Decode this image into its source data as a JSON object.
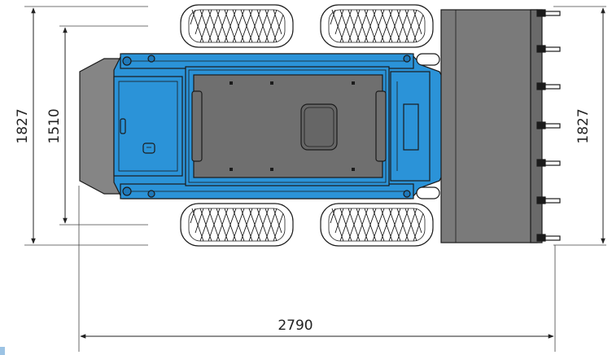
{
  "dimensions": {
    "overall_width": "1827",
    "track_width": "1510",
    "bucket_width": "1827",
    "overall_length": "2790"
  },
  "colors": {
    "body_blue": "#2b93d8",
    "body_blue_dark": "#1f78b8",
    "bucket_gray": "#7a7a7a",
    "counterweight_gray": "#858585",
    "seat_gray": "#6f6f6f",
    "tire_white": "#ffffff",
    "line": "#1b1b1b"
  }
}
